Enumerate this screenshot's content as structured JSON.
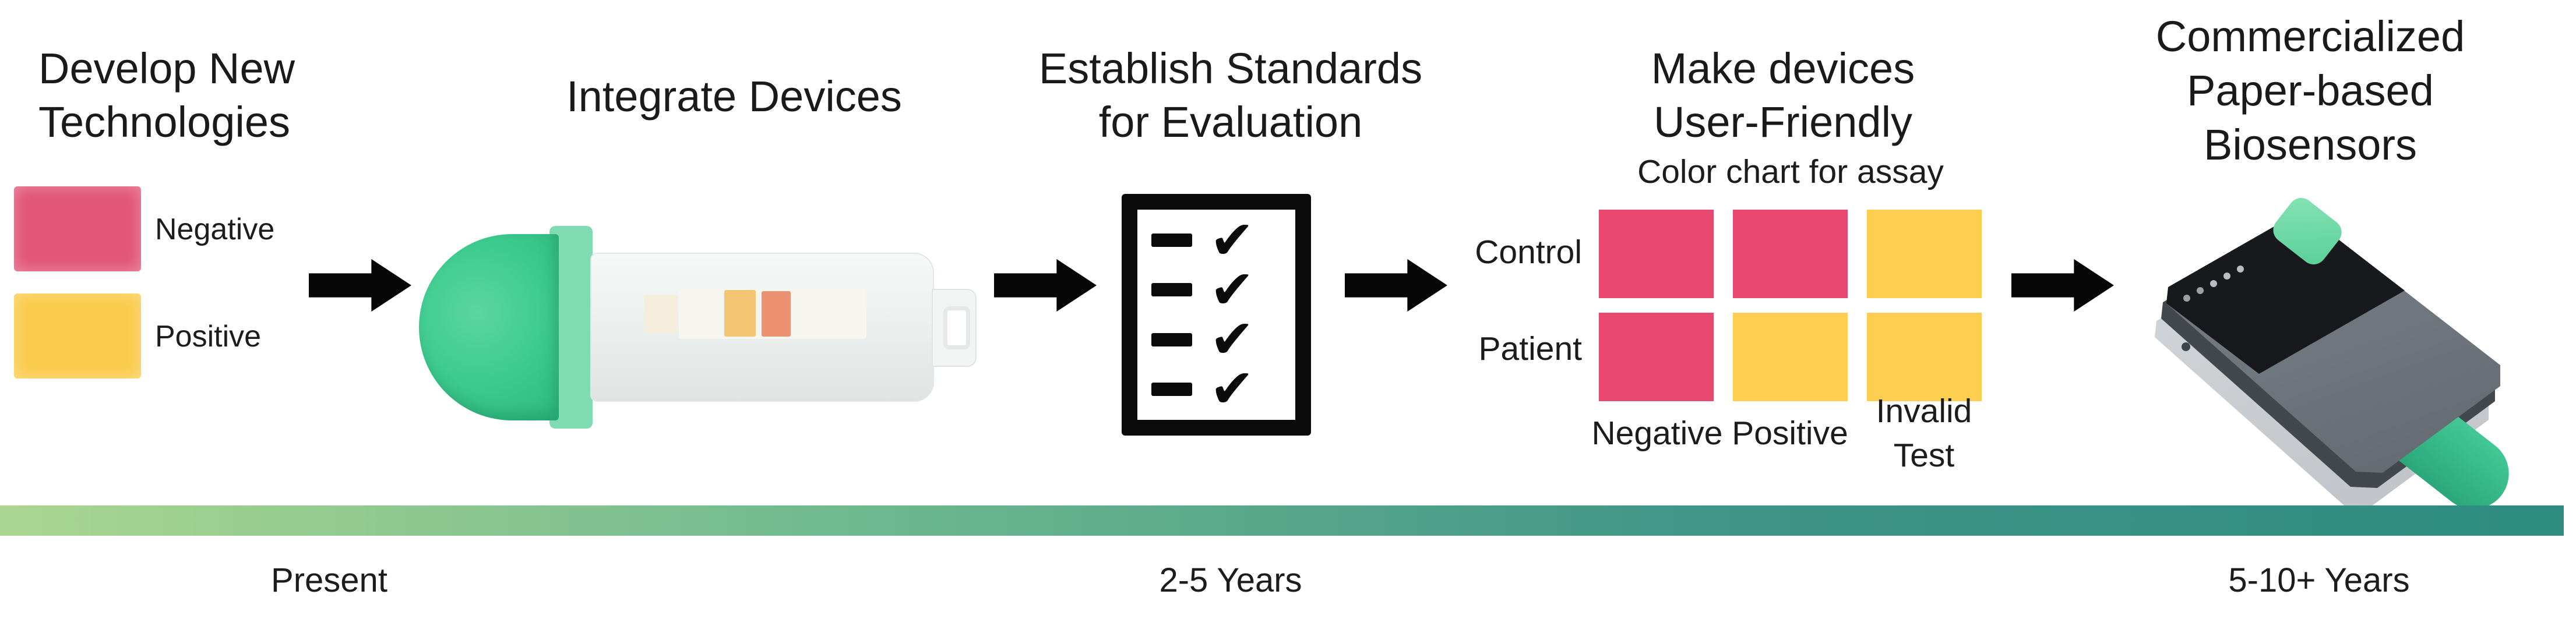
{
  "stages": [
    {
      "name": "develop-new-technologies",
      "title_lines": [
        "Develop New",
        "Technologies"
      ],
      "swatches": [
        {
          "label": "Negative",
          "color": "#E25677"
        },
        {
          "label": "Positive",
          "color": "#FACB4C"
        }
      ]
    },
    {
      "name": "integrate-devices",
      "title_lines": [
        "Integrate Devices"
      ]
    },
    {
      "name": "establish-standards-for-evaluation",
      "title_lines": [
        "Establish Standards",
        "for Evaluation"
      ],
      "check_glyph": "✔"
    },
    {
      "name": "make-devices-user-friendly",
      "title_lines": [
        "Make devices",
        "User-Friendly"
      ],
      "subtitle": "Color chart for assay",
      "row_labels": [
        "Control",
        "Patient"
      ],
      "col_labels": [
        "Negative",
        "Positive",
        "Invalid Test"
      ],
      "cell_colors": [
        "#E8476F",
        "#E8476F",
        "#FDCE4F",
        "#E8476F",
        "#FDCE4F",
        "#FDCE4F"
      ]
    },
    {
      "name": "commercialized-paper-based-biosensors",
      "title_lines": [
        "Commercialized",
        "Paper-based",
        "Biosensors"
      ]
    }
  ],
  "timeline": {
    "bar_gradient_stops": [
      "#ABD691",
      "#6FB98F",
      "#3F9587",
      "#2E8C80"
    ],
    "labels": [
      "Present",
      "2-5 Years",
      "5-10+ Years"
    ]
  },
  "flow": {
    "arrow_color": "#060606",
    "arrow_outline": "#2F5496"
  }
}
